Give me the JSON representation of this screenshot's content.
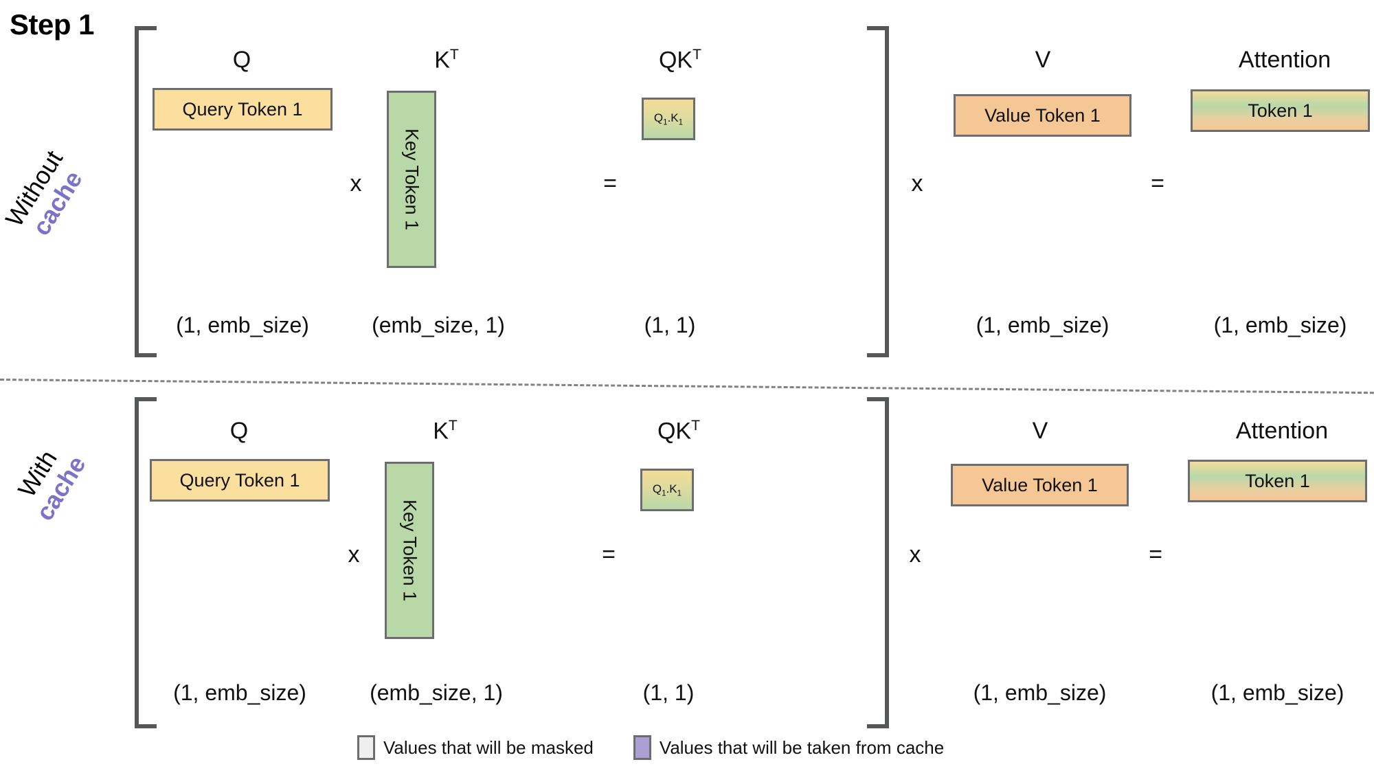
{
  "title": "Step 1",
  "rows": [
    {
      "id": "without-cache",
      "label_main": "Without",
      "label_accent": "cache",
      "accent_color": "#7b72c9",
      "left_group": {
        "headers": [
          "Q",
          "K",
          "QK"
        ],
        "header_sups": [
          "",
          "T",
          "T"
        ],
        "q_box": "Query Token 1",
        "k_box": "Key Token 1",
        "qk_box": "Q",
        "qk_box_sub1": "1",
        "qk_box_mid": ".K",
        "qk_box_sub2": "1",
        "op_multiply": "x",
        "op_equals": "=",
        "dims": [
          "(1, emb_size)",
          "(emb_size, 1)",
          "(1, 1)"
        ]
      },
      "right_group": {
        "headers": [
          "V",
          "Attention"
        ],
        "v_box": "Value Token 1",
        "attn_box": "Token 1",
        "op_multiply": "x",
        "op_equals": "=",
        "dims": [
          "(1, emb_size)",
          "(1, emb_size)"
        ]
      }
    },
    {
      "id": "with-cache",
      "label_main": "With",
      "label_accent": "cache",
      "accent_color": "#7b72c9",
      "left_group": {
        "headers": [
          "Q",
          "K",
          "QK"
        ],
        "header_sups": [
          "",
          "T",
          "T"
        ],
        "q_box": "Query Token 1",
        "k_box": "Key Token 1",
        "qk_box": "Q",
        "qk_box_sub1": "1",
        "qk_box_mid": ".K",
        "qk_box_sub2": "1",
        "op_multiply": "x",
        "op_equals": "=",
        "dims": [
          "(1, emb_size)",
          "(emb_size, 1)",
          "(1, 1)"
        ]
      },
      "right_group": {
        "headers": [
          "V",
          "Attention"
        ],
        "v_box": "Value Token 1",
        "attn_box": "Token 1",
        "op_multiply": "x",
        "op_equals": "=",
        "dims": [
          "(1, emb_size)",
          "(1, emb_size)"
        ]
      }
    }
  ],
  "legend": {
    "items": [
      {
        "swatch": "masked",
        "color": "#efefef",
        "text": "Values that will be masked"
      },
      {
        "swatch": "cached",
        "color": "#ab9fd4",
        "text": "Values that will be taken from cache"
      }
    ]
  },
  "colors": {
    "query": "#fadf9e",
    "key": "#b9d8a8",
    "value": "#f5c795",
    "border": "#6b6d70",
    "bracket": "#555759",
    "accent": "#7b72c9"
  }
}
